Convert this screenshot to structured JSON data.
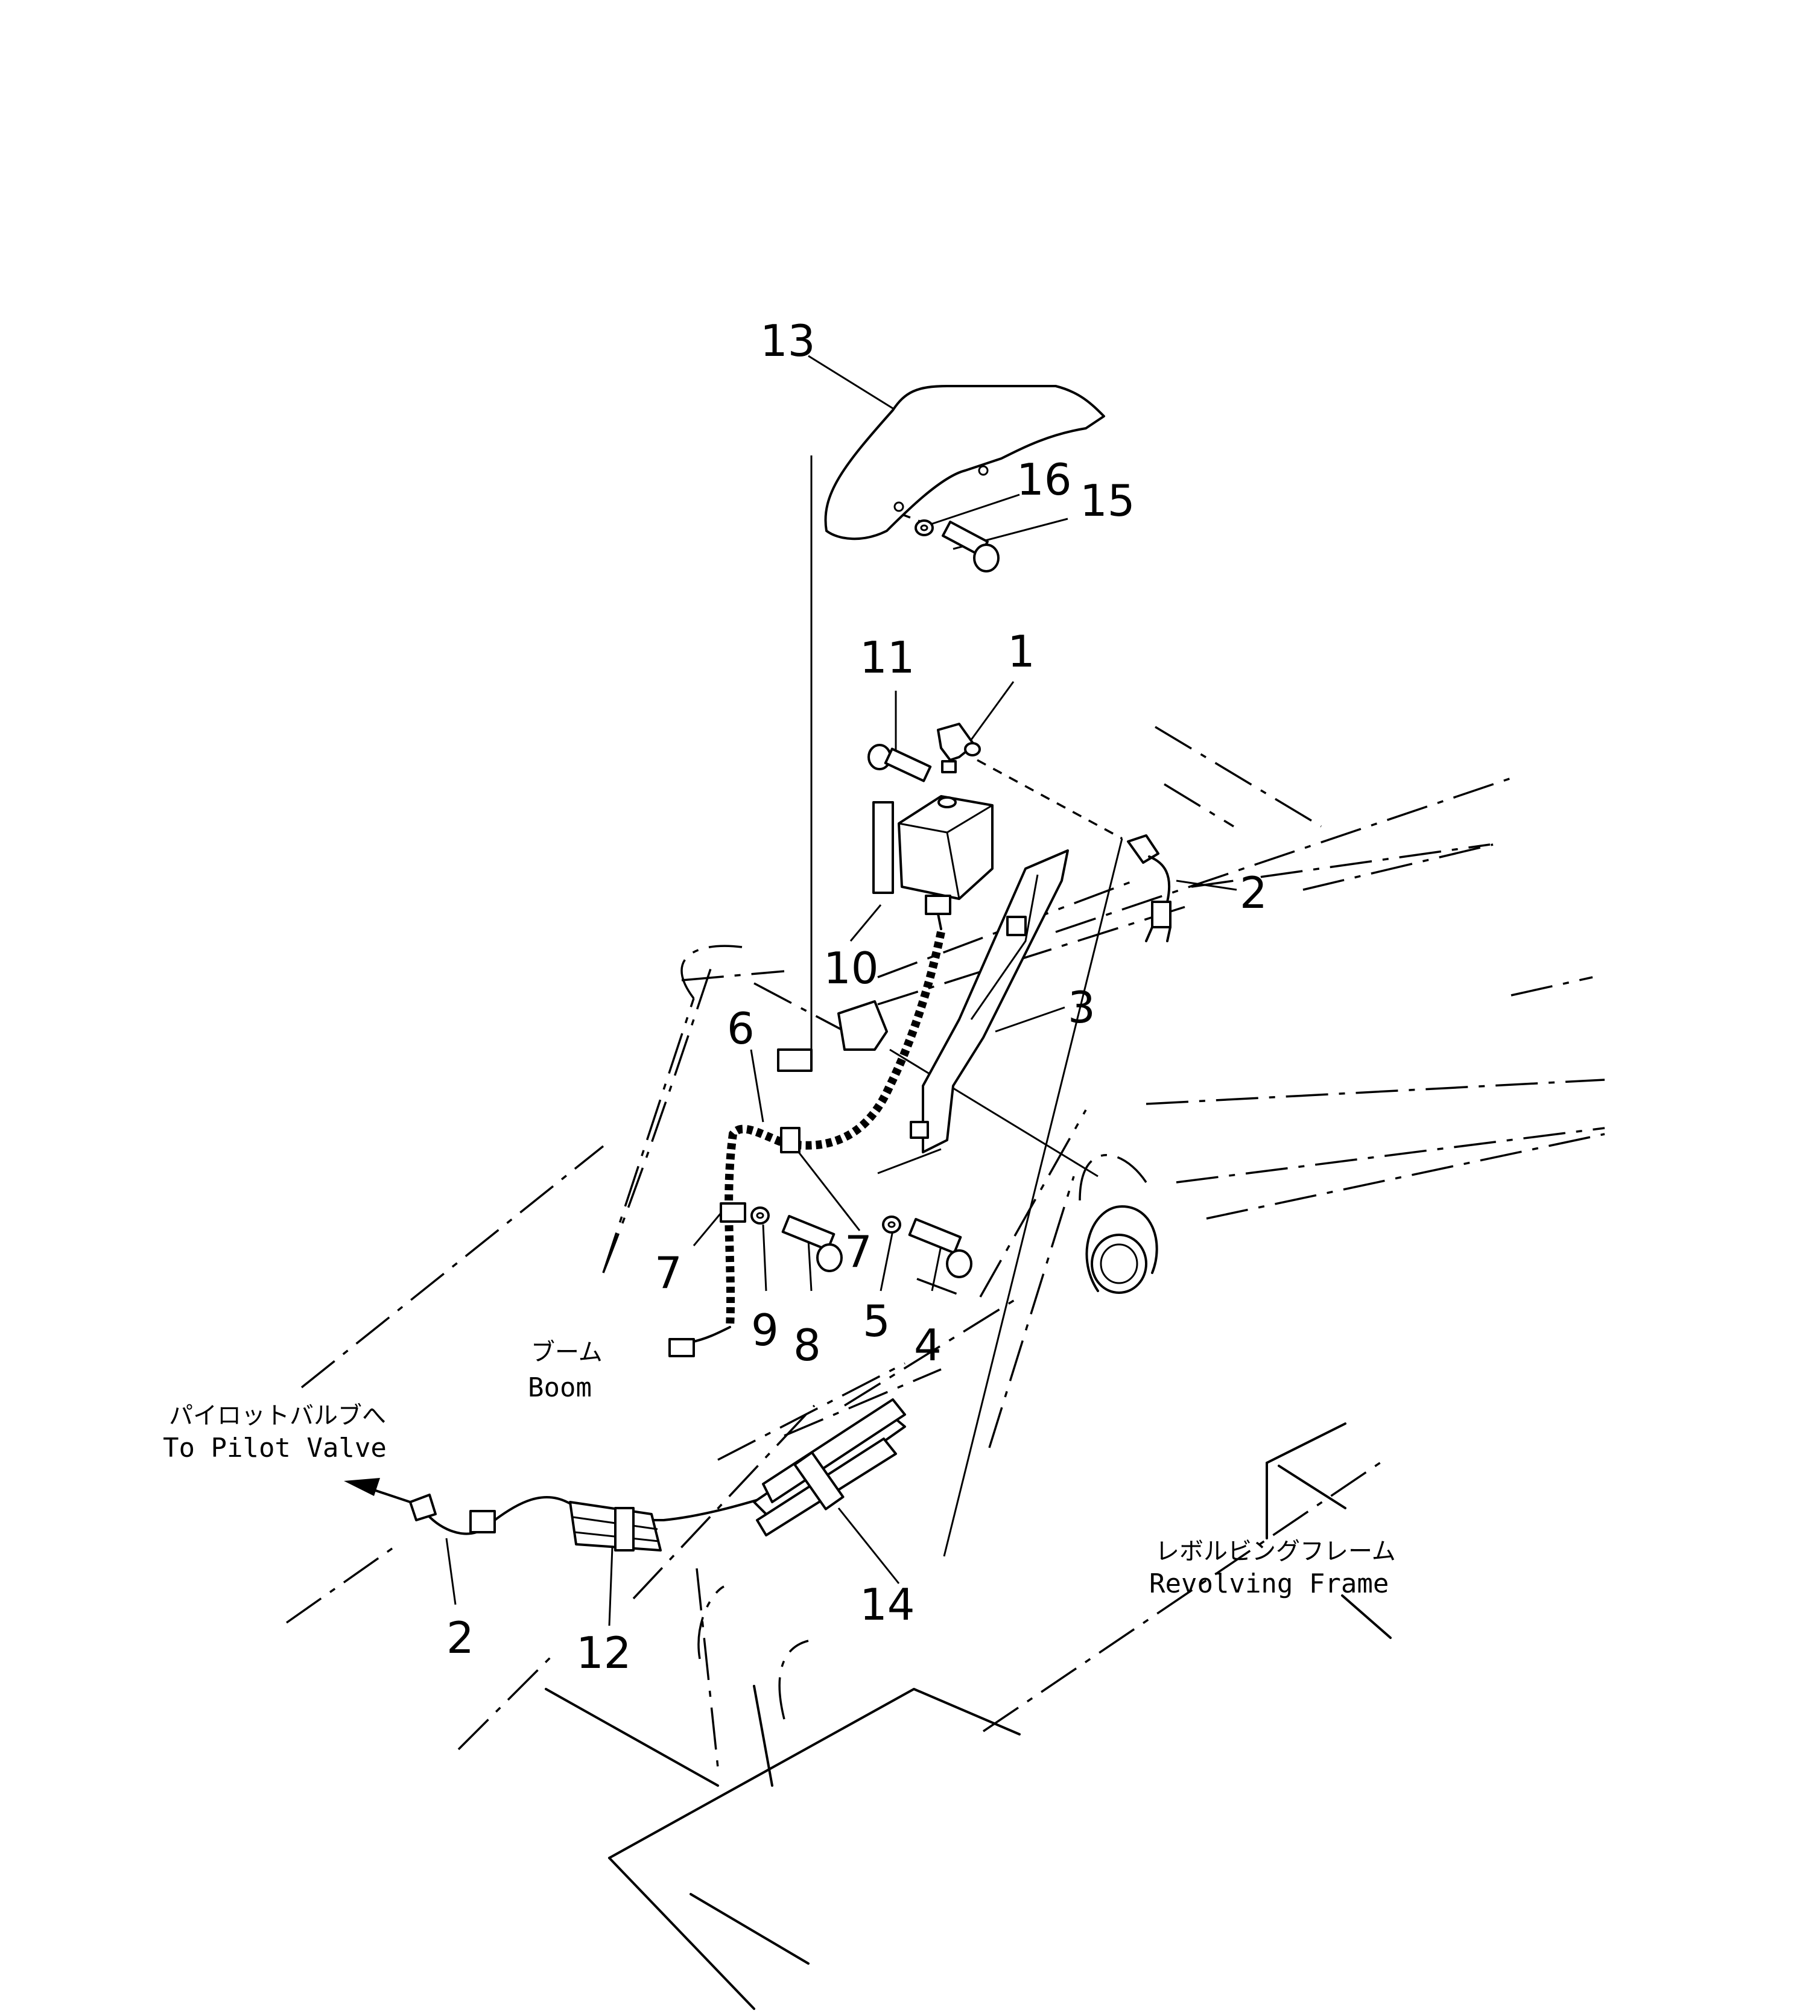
{
  "diagram": {
    "part_labels": [
      "1",
      "2",
      "2",
      "3",
      "4",
      "5",
      "6",
      "7",
      "7",
      "8",
      "9",
      "10",
      "11",
      "12",
      "13",
      "14",
      "15",
      "16"
    ],
    "annotations": {
      "boom_jp": "ブーム",
      "boom_en": "Boom",
      "pilot_jp": "パイロットバルブへ",
      "pilot_en": "To Pilot Valve",
      "frame_jp": "レボルビングフレーム",
      "frame_en": "Revolving Frame"
    }
  }
}
